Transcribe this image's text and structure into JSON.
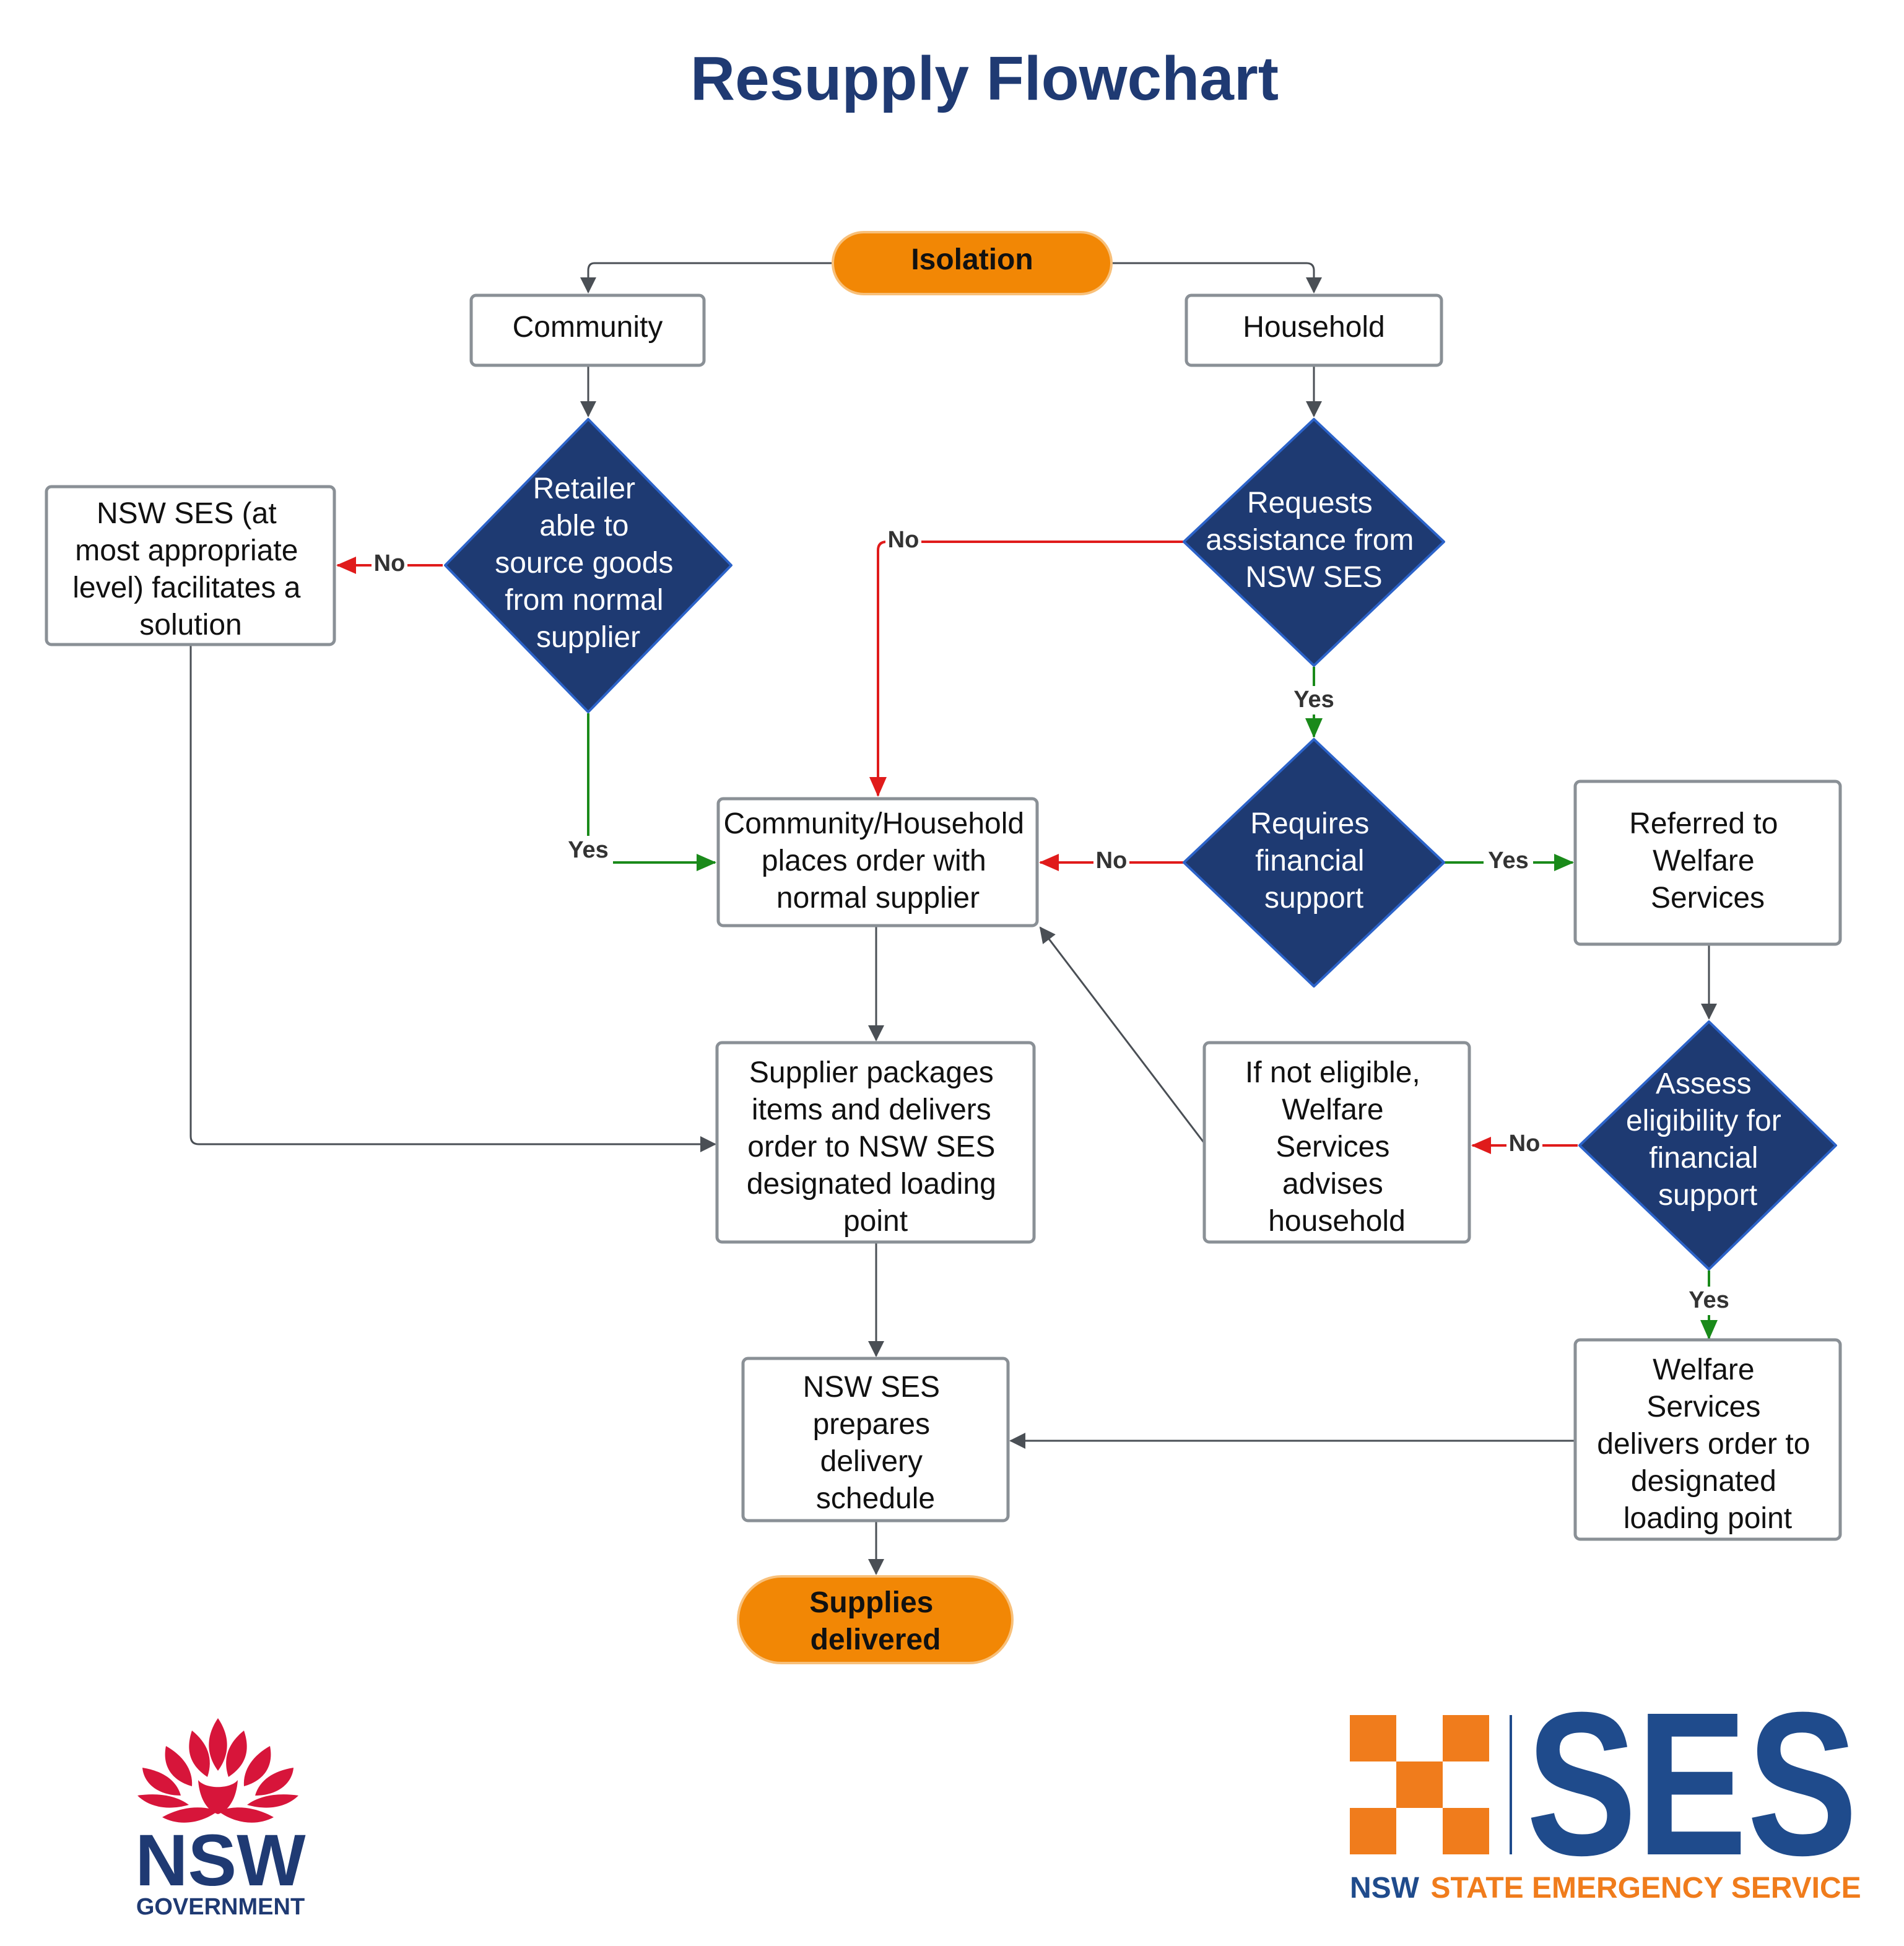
{
  "title": "Resupply Flowchart",
  "nodes": {
    "isolation": [
      "Isolation"
    ],
    "community": [
      "Community"
    ],
    "household": [
      "Household"
    ],
    "retailer_decision": [
      "Retailer",
      "able to",
      "source goods",
      "from normal",
      "supplier"
    ],
    "nsw_ses_facilitates": [
      "NSW SES (at",
      "most appropriate",
      "level) facilitates a",
      "solution"
    ],
    "requests_assistance": [
      "Requests",
      "assistance from",
      "NSW SES"
    ],
    "places_order": [
      "Community/Household",
      "places order with",
      "normal supplier"
    ],
    "requires_financial": [
      "Requires",
      "financial",
      "support"
    ],
    "referred_welfare": [
      "Referred to",
      "Welfare",
      "Services"
    ],
    "supplier_packages": [
      "Supplier packages",
      "items and delivers",
      "order to NSW SES",
      "designated loading",
      "point"
    ],
    "not_eligible": [
      "If not eligible,",
      "Welfare",
      "Services",
      "advises",
      "household"
    ],
    "assess_eligibility": [
      "Assess",
      "eligibility for",
      "financial",
      "support"
    ],
    "prepares_schedule": [
      "NSW SES",
      "prepares",
      "delivery",
      "schedule"
    ],
    "welfare_delivers": [
      "Welfare",
      "Services",
      "delivers order to",
      "designated",
      "loading point"
    ],
    "supplies_delivered": [
      "Supplies",
      "delivered"
    ]
  },
  "edge_labels": {
    "retailer_no": "No",
    "retailer_yes": "Yes",
    "requests_no": "No",
    "requests_yes": "Yes",
    "financial_no": "No",
    "financial_yes": "Yes",
    "eligibility_no": "No",
    "eligibility_yes": "Yes"
  },
  "logos": {
    "nsw_word": "NSW",
    "nsw_sub": "GOVERNMENT",
    "ses_word": "SES",
    "ses_sub_a": "NSW",
    "ses_sub_b": "STATE EMERGENCY SERVICE"
  },
  "colors": {
    "title": "#1f3a73",
    "decision_fill": "#1e3a72",
    "terminal_fill": "#f28705",
    "no_edge": "#e01b1b",
    "yes_edge": "#1a8a1a",
    "ses_orange": "#f07c1c",
    "ses_blue": "#1f4b8c",
    "nsw_red": "#d7153a"
  }
}
